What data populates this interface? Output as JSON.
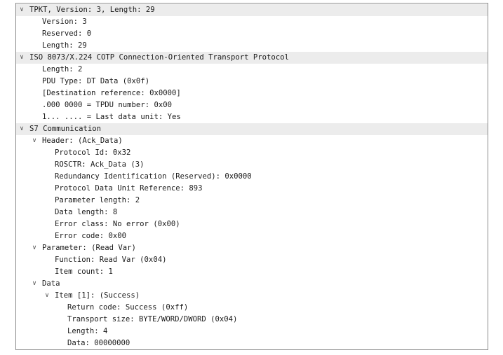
{
  "packet_details": {
    "rows": [
      {
        "text": "TPKT, Version: 3, Length: 29",
        "expanded": true,
        "header": true
      },
      {
        "text": "Version: 3"
      },
      {
        "text": "Reserved: 0"
      },
      {
        "text": "Length: 29"
      },
      {
        "text": "ISO 8073/X.224 COTP Connection-Oriented Transport Protocol",
        "expanded": true,
        "header": true
      },
      {
        "text": "Length: 2"
      },
      {
        "text": "PDU Type: DT Data (0x0f)"
      },
      {
        "text": "[Destination reference: 0x0000]"
      },
      {
        "text": ".000 0000 = TPDU number: 0x00"
      },
      {
        "text": "1... .... = Last data unit: Yes"
      },
      {
        "text": "S7 Communication",
        "expanded": true,
        "header": true
      },
      {
        "text": "Header: (Ack_Data)",
        "expanded": true
      },
      {
        "text": "Protocol Id: 0x32"
      },
      {
        "text": "ROSCTR: Ack_Data (3)"
      },
      {
        "text": "Redundancy Identification (Reserved): 0x0000"
      },
      {
        "text": "Protocol Data Unit Reference: 893"
      },
      {
        "text": "Parameter length: 2"
      },
      {
        "text": "Data length: 8"
      },
      {
        "text": "Error class: No error (0x00)"
      },
      {
        "text": "Error code: 0x00"
      },
      {
        "text": "Parameter: (Read Var)",
        "expanded": true
      },
      {
        "text": "Function: Read Var (0x04)"
      },
      {
        "text": "Item count: 1"
      },
      {
        "text": "Data",
        "expanded": true
      },
      {
        "text": "Item [1]: (Success)",
        "expanded": true
      },
      {
        "text": "Return code: Success (0xff)"
      },
      {
        "text": "Transport size: BYTE/WORD/DWORD (0x04)"
      },
      {
        "text": "Length: 4"
      },
      {
        "text": "Data: 00000000"
      }
    ],
    "expander_icon": "chevron-down-icon"
  }
}
